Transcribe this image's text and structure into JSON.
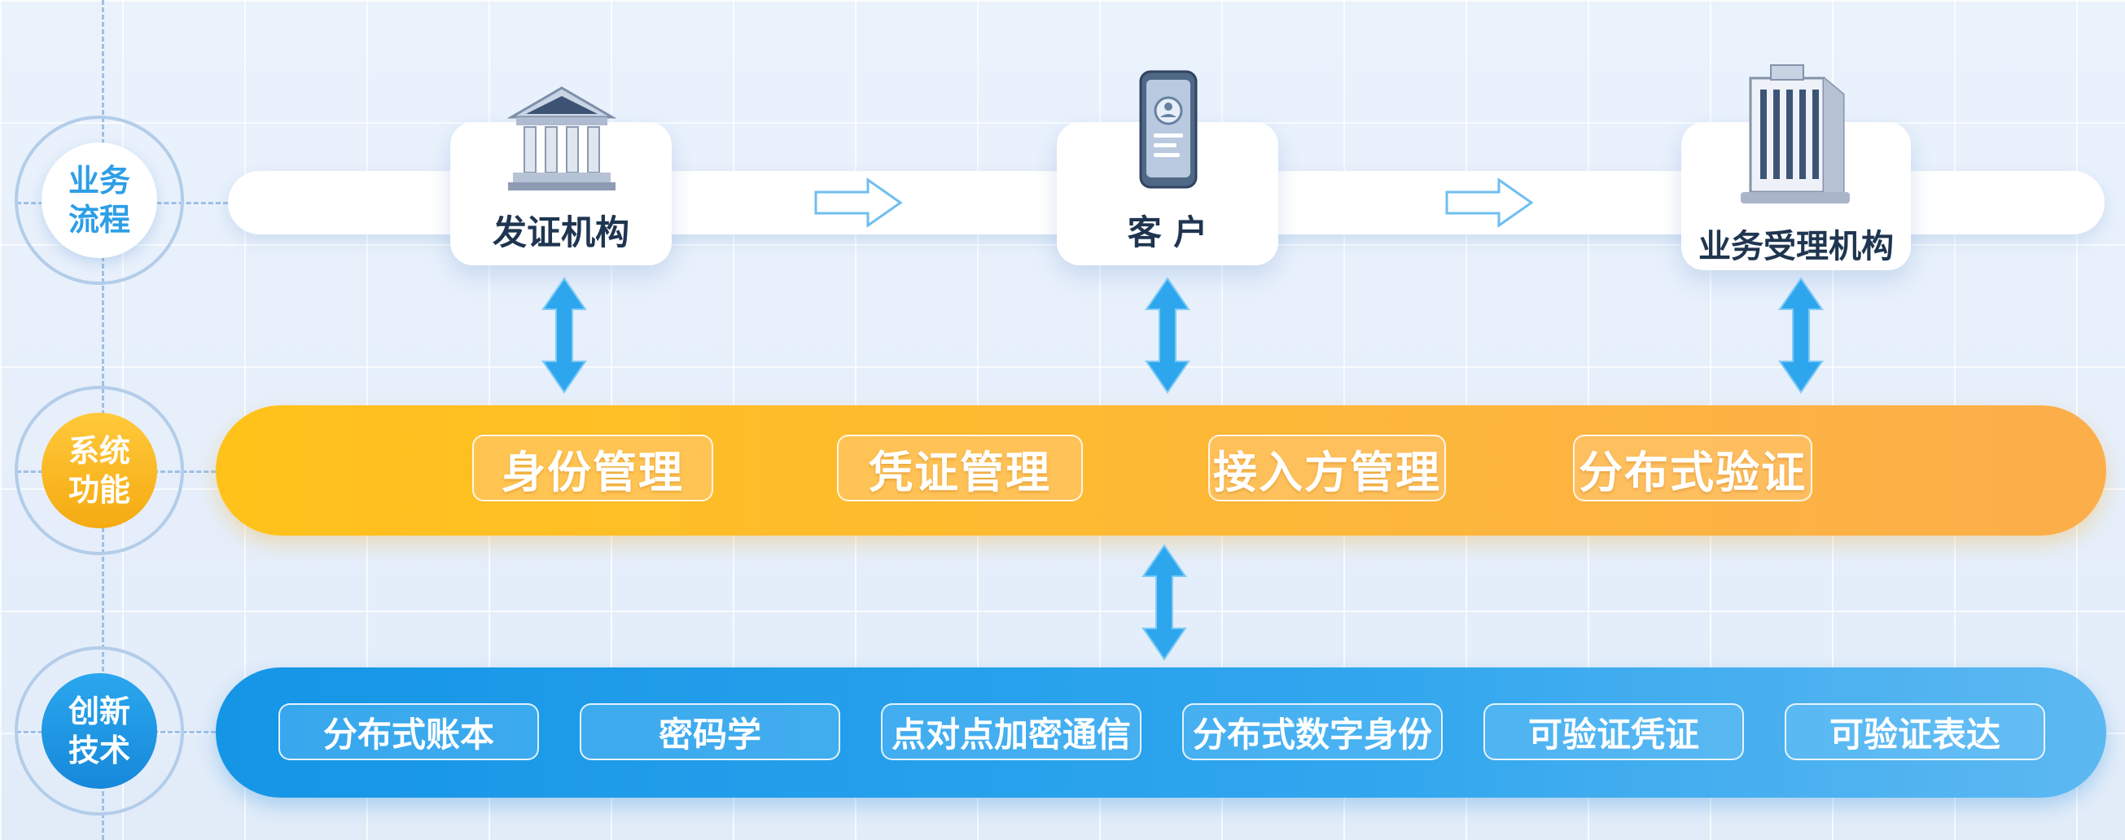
{
  "rows": {
    "business": {
      "label": "业务\n流程"
    },
    "system": {
      "label": "系统\n功能"
    },
    "tech": {
      "label": "创新\n技术"
    }
  },
  "actors": [
    {
      "label": "发证机构",
      "icon": "bank-building-icon"
    },
    {
      "label": "客 户",
      "icon": "smartphone-id-icon"
    },
    {
      "label": "业务受理机构",
      "icon": "office-building-icon"
    }
  ],
  "functions": [
    "身份管理",
    "凭证管理",
    "接入方管理",
    "分布式验证"
  ],
  "technologies": [
    "分布式账本",
    "密码学",
    "点对点加密通信",
    "分布式数字身份",
    "可验证凭证",
    "可验证表达"
  ],
  "colors": {
    "business_accent": "#2d9ee6",
    "system_bar": "#ffc21a",
    "tech_bar": "#1595e6",
    "arrow": "#2ea6ee"
  }
}
